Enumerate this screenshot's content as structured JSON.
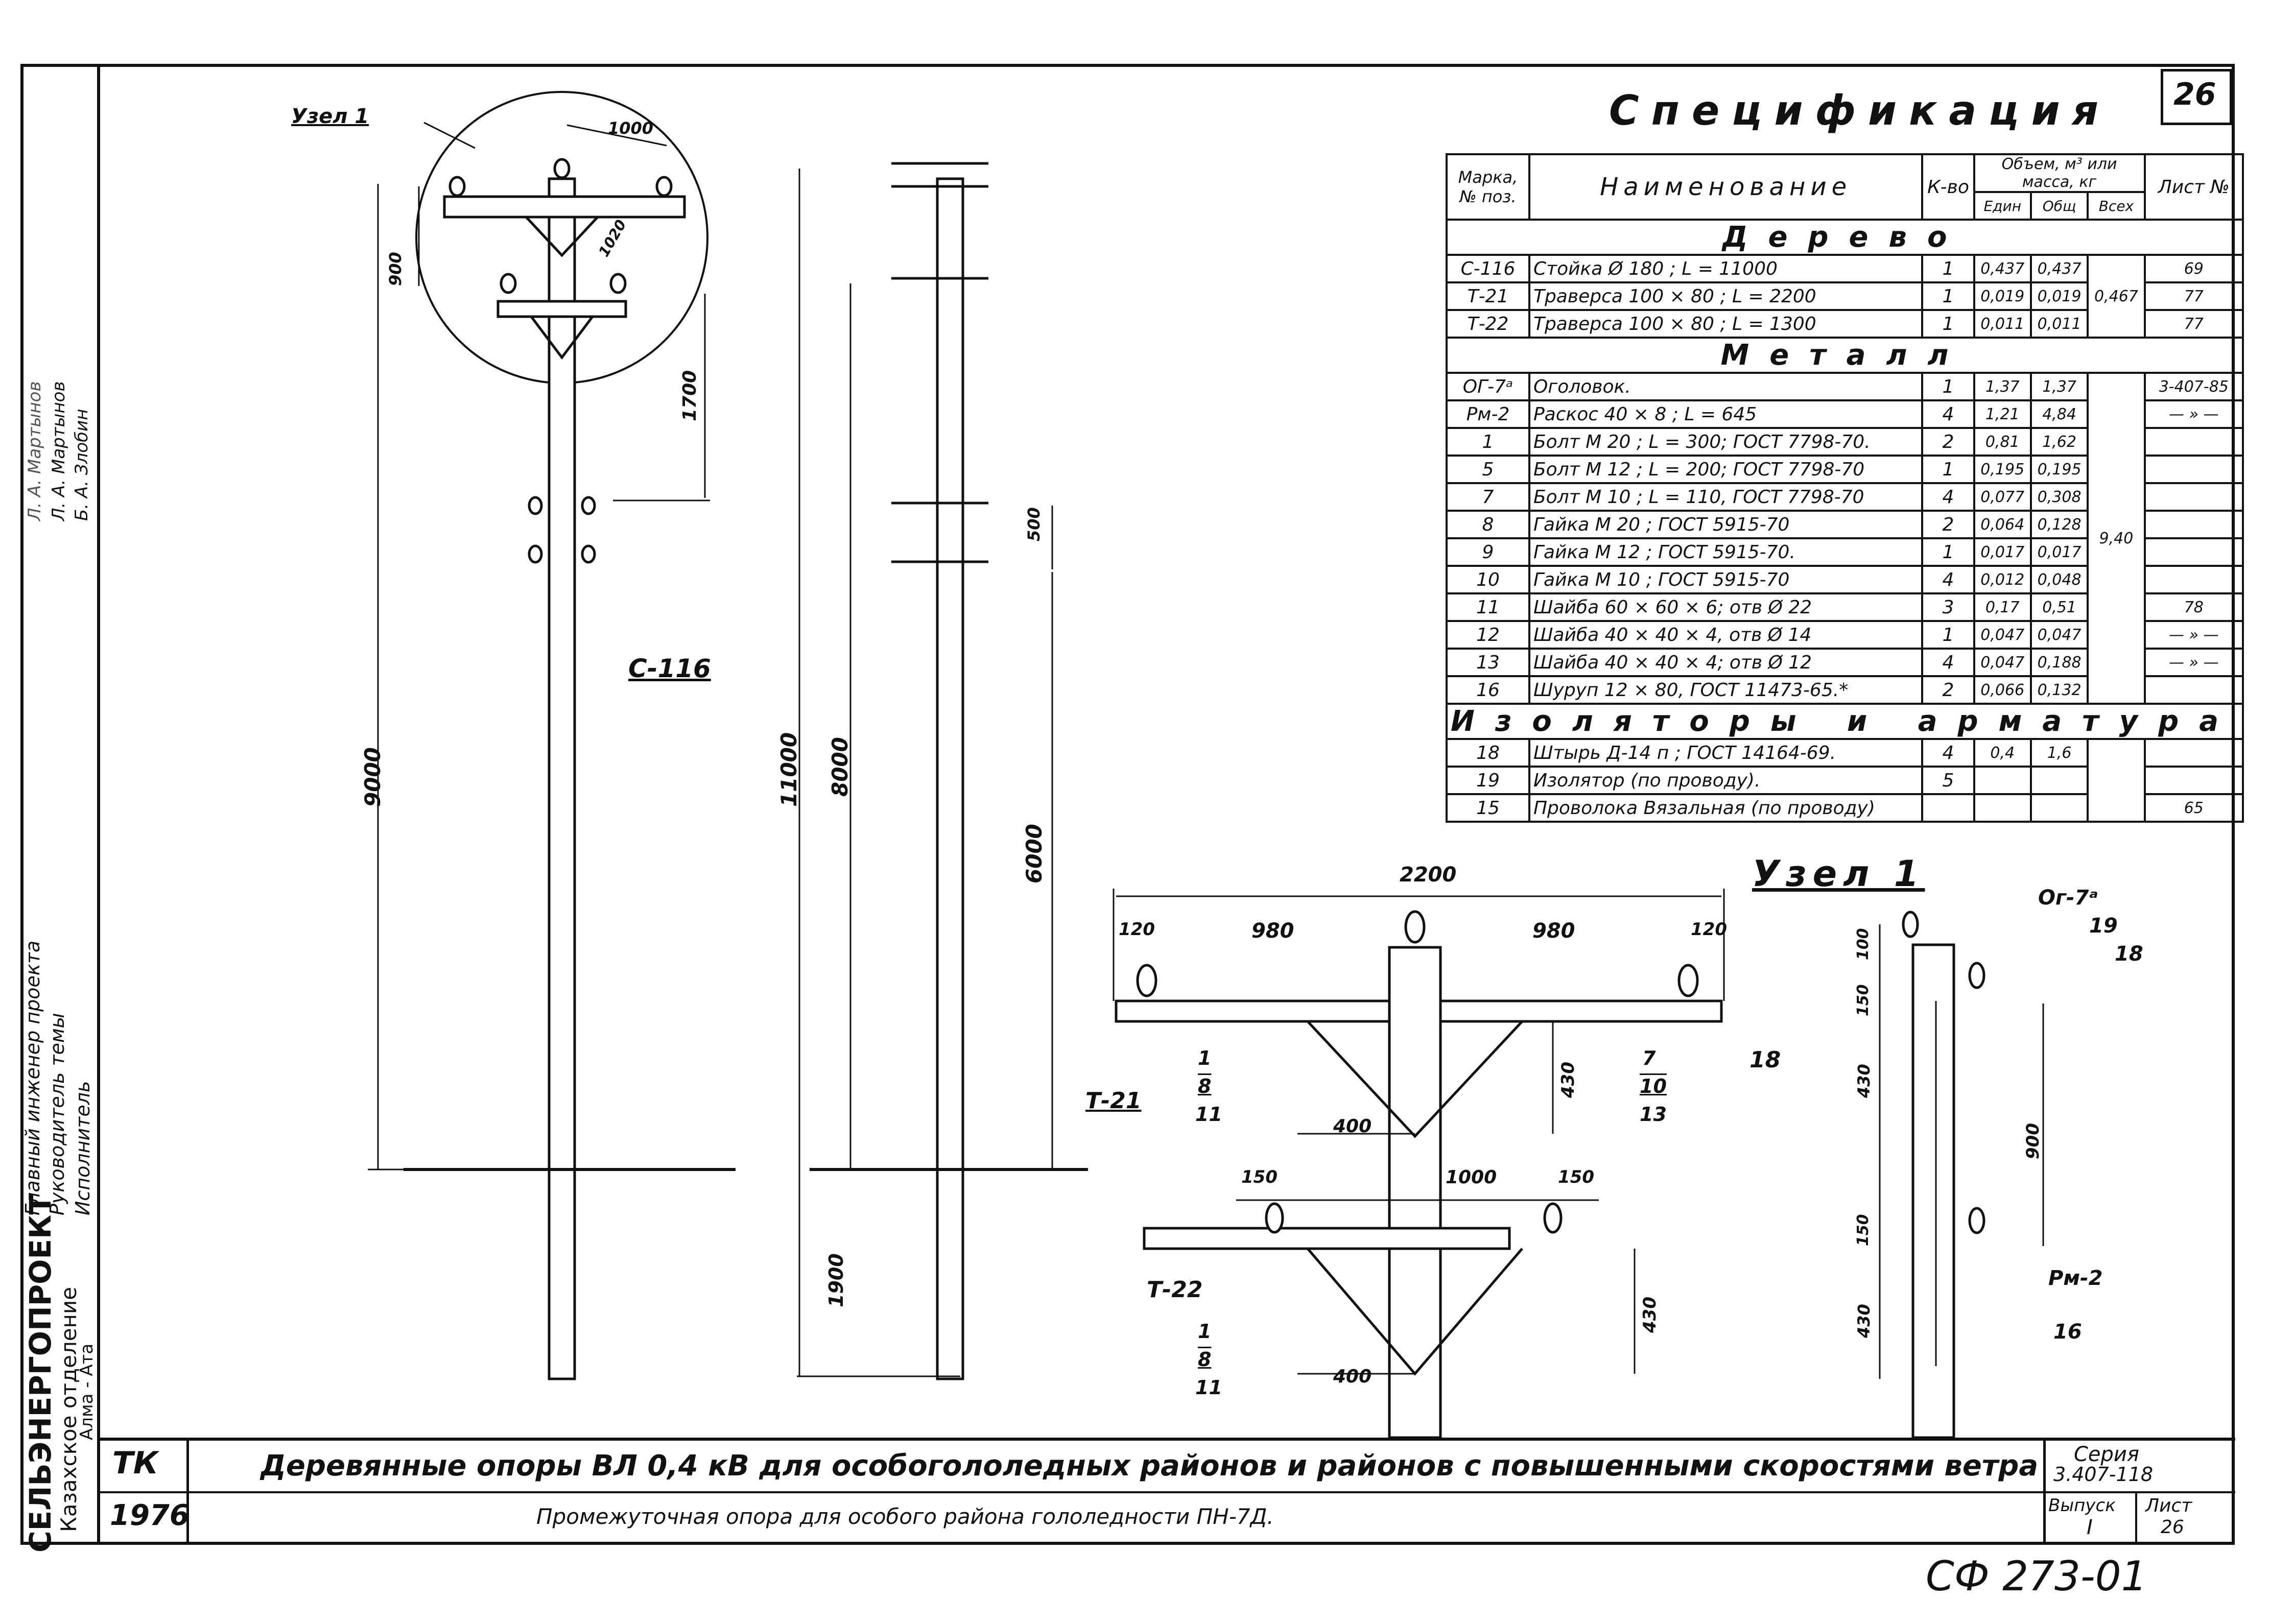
{
  "sheet_number": "26",
  "spec_title": "Спецификация",
  "table": {
    "headers": {
      "mark": "Марка, № поз.",
      "name": "Наименование",
      "qty": "К-во",
      "volume": "Объем, м³ или масса, кг",
      "unit": "Един",
      "total": "Общ",
      "all": "Всех",
      "sheet": "Лист №"
    },
    "sections": [
      {
        "title": "Дерево",
        "rows": [
          {
            "mark": "С-116",
            "name": "Стойка  Ø 180 ;  L = 11000",
            "qty": "1",
            "unit": "0,437",
            "total": "0,437",
            "sheet": "69"
          },
          {
            "mark": "Т-21",
            "name": "Траверса  100 × 80 ; L = 2200",
            "qty": "1",
            "unit": "0,019",
            "total": "0,019",
            "sheet": "77"
          },
          {
            "mark": "Т-22",
            "name": "Траверса  100 × 80 ; L = 1300",
            "qty": "1",
            "unit": "0,011",
            "total": "0,011",
            "sheet": "77"
          }
        ],
        "all": "0,467"
      },
      {
        "title": "Металл",
        "rows": [
          {
            "mark": "ОГ-7ᵃ",
            "name": "Оголовок.",
            "qty": "1",
            "unit": "1,37",
            "total": "1,37",
            "sheet": "3-407-85"
          },
          {
            "mark": "Рм-2",
            "name": "Раскос  40 × 8 ;  L = 645",
            "qty": "4",
            "unit": "1,21",
            "total": "4,84",
            "sheet": "— » —"
          },
          {
            "mark": "1",
            "name": "Болт  М 20 ; L = 300; ГОСТ 7798-70.",
            "qty": "2",
            "unit": "0,81",
            "total": "1,62",
            "sheet": ""
          },
          {
            "mark": "5",
            "name": "Болт  М 12 ; L = 200; ГОСТ 7798-70",
            "qty": "1",
            "unit": "0,195",
            "total": "0,195",
            "sheet": ""
          },
          {
            "mark": "7",
            "name": "Болт  М 10 ; L = 110, ГОСТ 7798-70",
            "qty": "4",
            "unit": "0,077",
            "total": "0,308",
            "sheet": ""
          },
          {
            "mark": "8",
            "name": "Гайка  М 20 ;  ГОСТ 5915-70",
            "qty": "2",
            "unit": "0,064",
            "total": "0,128",
            "sheet": ""
          },
          {
            "mark": "9",
            "name": "Гайка  М 12 ;  ГОСТ 5915-70.",
            "qty": "1",
            "unit": "0,017",
            "total": "0,017",
            "sheet": ""
          },
          {
            "mark": "10",
            "name": "Гайка  М 10 ;  ГОСТ 5915-70",
            "qty": "4",
            "unit": "0,012",
            "total": "0,048",
            "sheet": ""
          },
          {
            "mark": "11",
            "name": "Шайба  60 × 60 × 6;  отв Ø 22",
            "qty": "3",
            "unit": "0,17",
            "total": "0,51",
            "sheet": "78"
          },
          {
            "mark": "12",
            "name": "Шайба  40 × 40 × 4,  отв Ø 14",
            "qty": "1",
            "unit": "0,047",
            "total": "0,047",
            "sheet": "— » —"
          },
          {
            "mark": "13",
            "name": "Шайба  40 × 40 × 4;  отв Ø 12",
            "qty": "4",
            "unit": "0,047",
            "total": "0,188",
            "sheet": "— » —"
          },
          {
            "mark": "16",
            "name": "Шуруп  12 × 80,   ГОСТ 11473-65.*",
            "qty": "2",
            "unit": "0,066",
            "total": "0,132",
            "sheet": ""
          }
        ],
        "all": "9,40"
      },
      {
        "title": "Изоляторы и арматура",
        "rows": [
          {
            "mark": "18",
            "name": "Штырь  Д-14 п ;  ГОСТ 14164-69.",
            "qty": "4",
            "unit": "0,4",
            "total": "1,6",
            "sheet": ""
          },
          {
            "mark": "19",
            "name": "Изолятор   (по проводу).",
            "qty": "5",
            "unit": "",
            "total": "",
            "sheet": ""
          },
          {
            "mark": "15",
            "name": "Проволока  Вязальная (по проводу)",
            "qty": "",
            "unit": "",
            "total": "",
            "sheet": "65"
          }
        ],
        "all": ""
      }
    ]
  },
  "drawing": {
    "node1_label": "Узел 1",
    "node1_title": "Узел 1",
    "post_label": "С-116",
    "dims_left": {
      "d1000": "1000",
      "d900": "900",
      "d1020": "1020",
      "d1700": "1700",
      "d9000": "9000"
    },
    "dims_side": {
      "d500": "500",
      "d11000": "11000",
      "d8000": "8000",
      "d6000": "6000",
      "d1900": "1900"
    },
    "dims_cross": {
      "d2200": "2200",
      "d120a": "120",
      "d980a": "980",
      "d980b": "980",
      "d120b": "120",
      "d430a": "430",
      "d400a": "400",
      "d150a": "150",
      "d1000": "1000",
      "d150b": "150",
      "d430b": "430",
      "d400b": "400"
    },
    "dims_node": {
      "d100": "100",
      "d150a": "150",
      "d430a": "430",
      "d900": "900",
      "d150b": "150",
      "d430b": "430"
    },
    "labels": {
      "t21": "Т-21",
      "t22": "Т-22",
      "og7": "Ог-7ᵃ",
      "p19": "19",
      "p18a": "18",
      "p18b": "18",
      "rm2": "Рм-2",
      "p16": "16",
      "g1a": "1",
      "g8a": "8",
      "g11a": "11",
      "g7": "7",
      "g10": "10",
      "g13": "13",
      "g1b": "1",
      "g8b": "8",
      "g11b": "11"
    }
  },
  "side_stamp": {
    "org1": "СЕЛЬЭНЕРГОПРОЕКТ",
    "org2": "Казахское отделение",
    "org3": "Алма - Ата",
    "role1": "Главный инженер проекта",
    "role2": "Руководитель темы",
    "role3": "Исполнитель",
    "name1": "Л. А. Мартынов",
    "name2": "Б. А. Злобин",
    "name0": "Л. А. Мартынов"
  },
  "title_block": {
    "tk": "ТК",
    "year": "1976",
    "main_title": "Деревянные  опоры  ВЛ 0,4 кВ  для  особогололедных  районов  и  районов  с  повышенными  скоростями  ветра",
    "sub_title": "Промежуточная  опора  для  особого  района  гололедности  ПН-7Д.",
    "series_label": "Серия",
    "series_value": "3.407-118",
    "issue_label": "Выпуск",
    "issue_value": "I",
    "sheet_label": "Лист",
    "sheet_value": "26"
  },
  "bottom_code": "СФ 273-01"
}
